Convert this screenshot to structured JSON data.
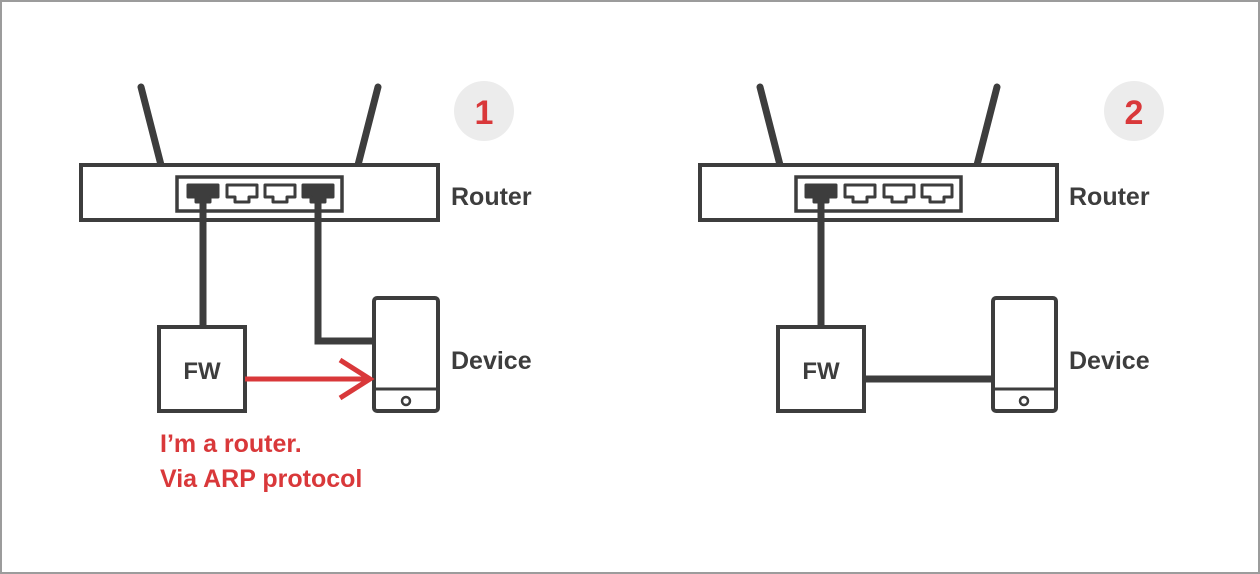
{
  "colors": {
    "line": "#3d3d3d",
    "accent": "#d9383a",
    "badge_bg": "#ececec",
    "frame": "#9c9c9c"
  },
  "panels": [
    {
      "number": "1",
      "router_label": "Router",
      "firewall_label": "FW",
      "device_label": "Device",
      "note_lines": [
        "I’m a router.",
        "Via ARP protocol"
      ]
    },
    {
      "number": "2",
      "router_label": "Router",
      "firewall_label": "FW",
      "device_label": "Device"
    }
  ]
}
